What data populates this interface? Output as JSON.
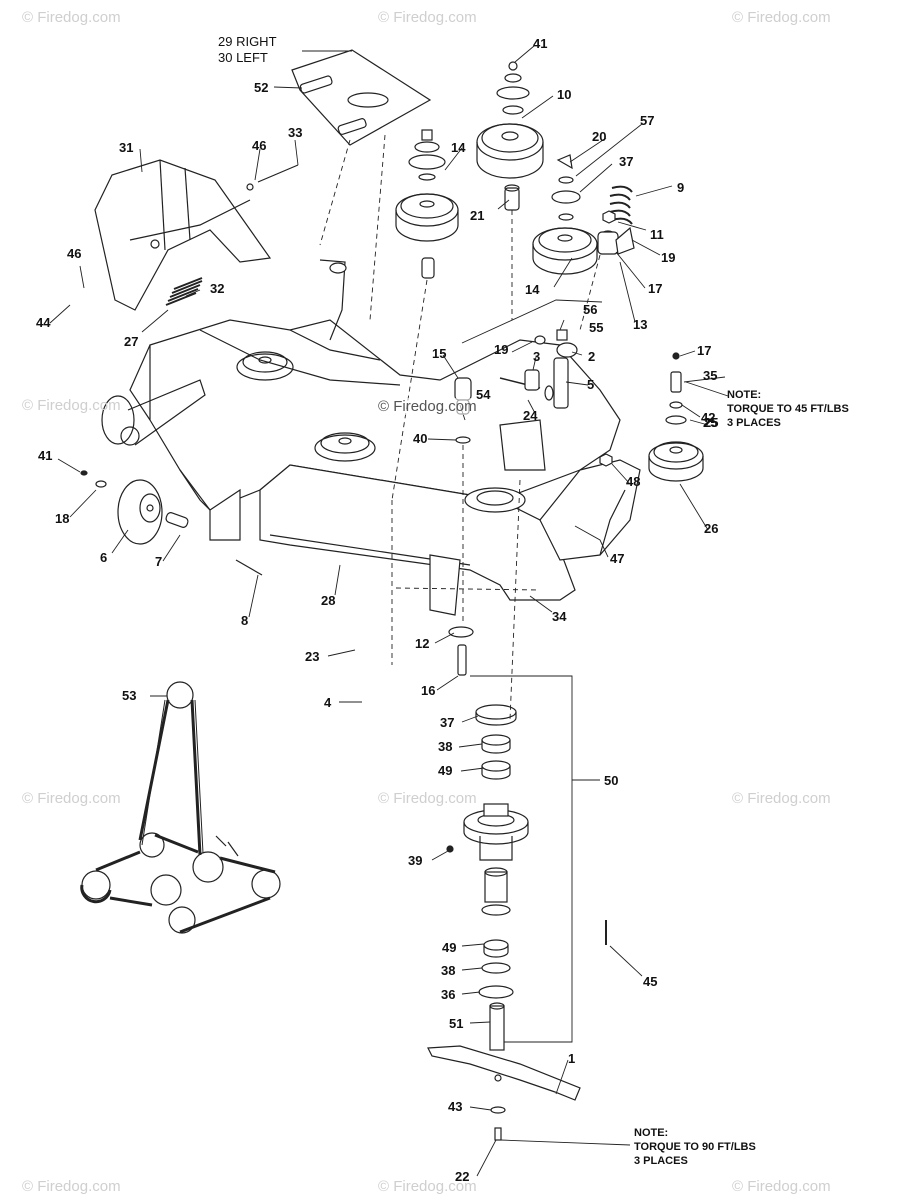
{
  "watermark": "© Firedog.com",
  "side_labels": {
    "right": "29 RIGHT",
    "left": "30  LEFT"
  },
  "note_top": {
    "heading": "NOTE:",
    "line1": "TORQUE TO 45 FT/LBS",
    "line2": "3 PLACES"
  },
  "note_bottom": {
    "heading": "NOTE:",
    "line1": "TORQUE TO 90 FT/LBS",
    "line2": "3 PLACES"
  },
  "callouts": {
    "c52": "52",
    "c41a": "41",
    "c10": "10",
    "c57": "57",
    "c20": "20",
    "c14a": "14",
    "c33": "33",
    "c46a": "46",
    "c31": "31",
    "c37a": "37",
    "c9": "9",
    "c21": "21",
    "c11": "11",
    "c19a": "19",
    "c14b": "14",
    "c17a": "17",
    "c46b": "46",
    "c44": "44",
    "c32": "32",
    "c27": "27",
    "c13": "13",
    "c56": "56",
    "c55": "55",
    "c15": "15",
    "c19b": "19",
    "c3": "3",
    "c2": "2",
    "c17b": "17",
    "c35": "35",
    "c5": "5",
    "c54": "54",
    "c24": "24",
    "c42": "42",
    "c25": "25",
    "c40": "40",
    "c41b": "41",
    "c48": "48",
    "c18": "18",
    "c26": "26",
    "c6": "6",
    "c7": "7",
    "c47": "47",
    "c28": "28",
    "c34": "34",
    "c8": "8",
    "c12": "12",
    "c23": "23",
    "c16": "16",
    "c4": "4",
    "c53": "53",
    "c37b": "37",
    "c38a": "38",
    "c49a": "49",
    "c50": "50",
    "c39": "39",
    "c45": "45",
    "c49b": "49",
    "c38b": "38",
    "c36": "36",
    "c51": "51",
    "c1": "1",
    "c43": "43",
    "c22": "22"
  }
}
